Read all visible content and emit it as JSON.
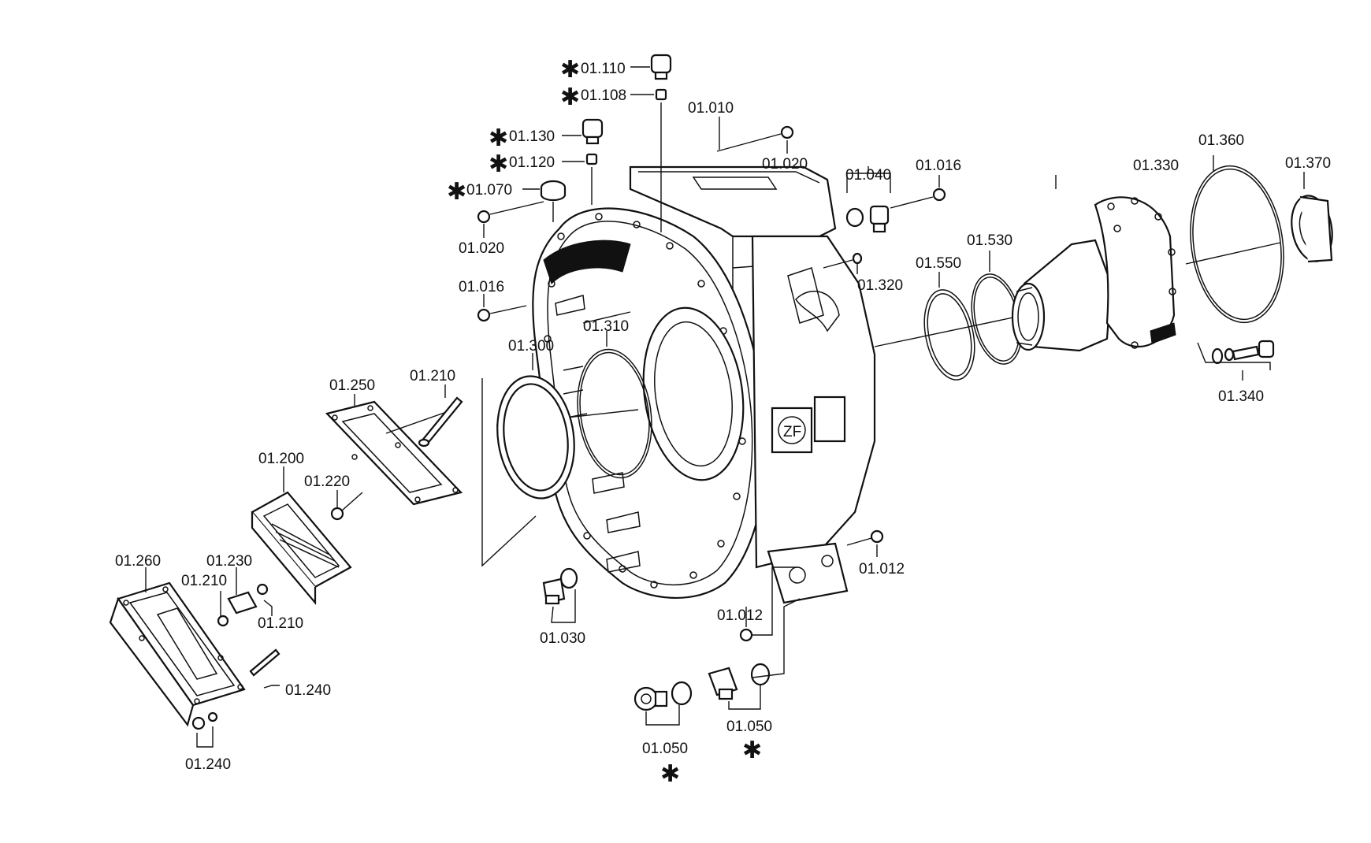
{
  "labels": {
    "l01_110": "01.110",
    "l01_108": "01.108",
    "l01_010": "01.010",
    "l01_130": "01.130",
    "l01_120": "01.120",
    "l01_020a": "01.020",
    "l01_070": "01.070",
    "l01_020b": "01.020",
    "l01_040": "01.040",
    "l01_016a": "01.016",
    "l01_016b": "01.016",
    "l01_330": "01.330",
    "l01_360": "01.360",
    "l01_370": "01.370",
    "l01_530": "01.530",
    "l01_550": "01.550",
    "l01_320": "01.320",
    "l01_340": "01.340",
    "l01_310": "01.310",
    "l01_300": "01.300",
    "l01_250": "01.250",
    "l01_210a": "01.210",
    "l01_200": "01.200",
    "l01_220": "01.220",
    "l01_260": "01.260",
    "l01_230": "01.230",
    "l01_210b": "01.210",
    "l01_210c": "01.210",
    "l01_240a": "01.240",
    "l01_240b": "01.240",
    "l01_030": "01.030",
    "l01_012a": "01.012",
    "l01_012b": "01.012",
    "l01_050a": "01.050",
    "l01_050b": "01.050"
  },
  "star_glyph": "✱",
  "emblem_text": "ZF"
}
